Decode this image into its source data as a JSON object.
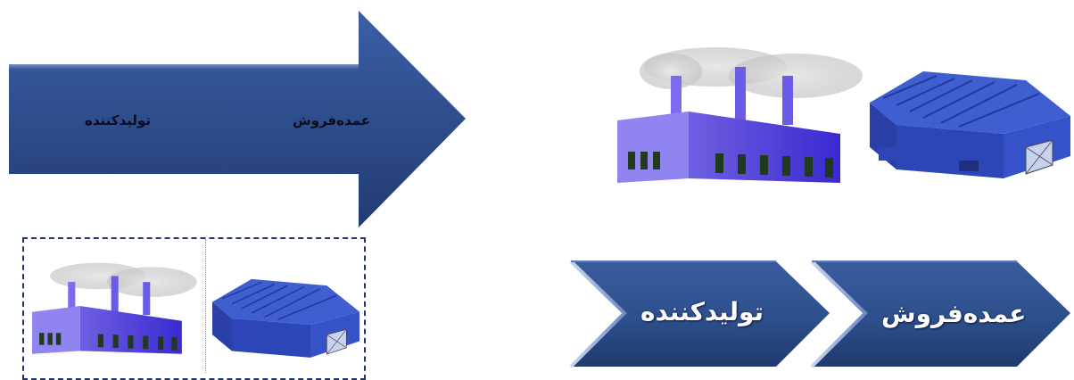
{
  "flow_arrow": {
    "stage_1": "عمده‌فروش",
    "stage_2": "تولیدکننده"
  },
  "chevrons": {
    "wholesaler": "عمده‌فروش",
    "producer": "تولیدکننده"
  },
  "colors": {
    "arrow_fill": "#2e4d8c",
    "chevron_fill": "#2d4f8b",
    "chevron_highlight": "#a9bfe0",
    "box_border": "#1f3564"
  },
  "icons": [
    "factory-icon",
    "warehouse-icon"
  ]
}
